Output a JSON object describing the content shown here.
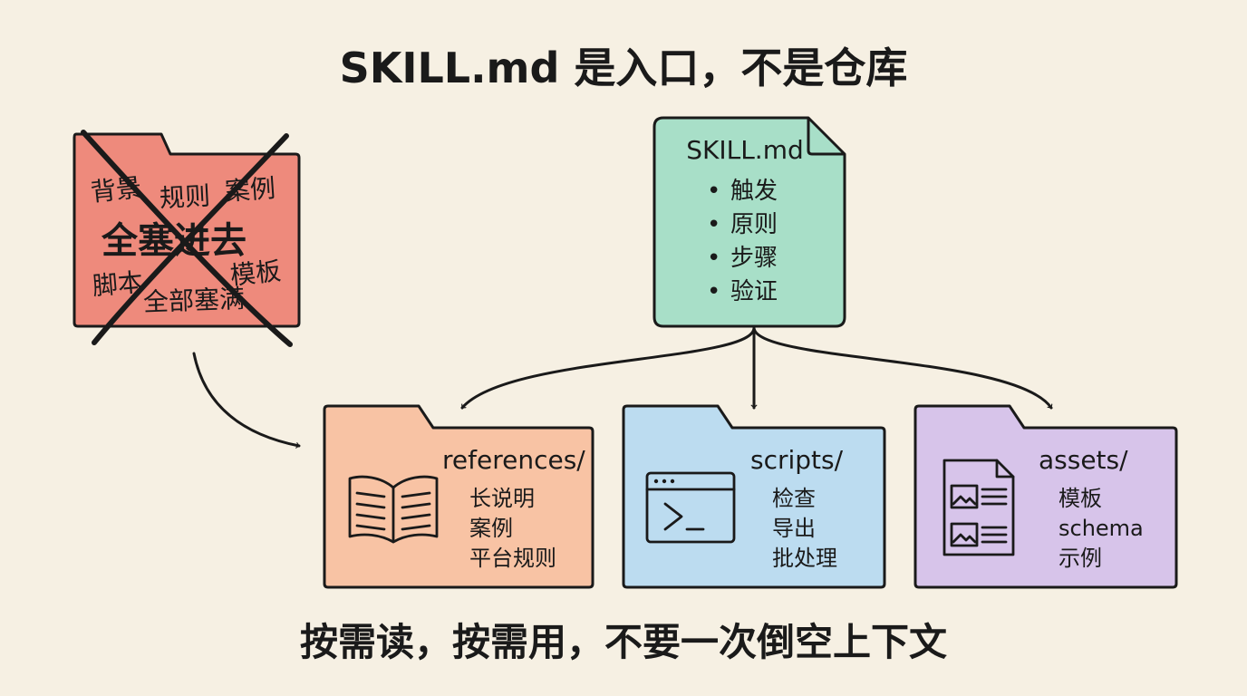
{
  "title": "SKILL.md 是入口，不是仓库",
  "bad_folder": {
    "words": [
      "背景",
      "规则",
      "案例",
      "全塞进去",
      "脚本",
      "模板",
      "全部塞满"
    ]
  },
  "skill_file": {
    "title": "SKILL.md",
    "items": [
      "触发",
      "原则",
      "步骤",
      "验证"
    ]
  },
  "folders": [
    {
      "name": "references/",
      "icon": "open-book-icon",
      "color": "#f8c3a4",
      "items": [
        "长说明",
        "案例",
        "平台规则"
      ]
    },
    {
      "name": "scripts/",
      "icon": "terminal-window-icon",
      "color": "#bcdcf0",
      "items": [
        "检查",
        "导出",
        "批处理"
      ]
    },
    {
      "name": "assets/",
      "icon": "document-template-icon",
      "color": "#d7c4ea",
      "items": [
        "模板",
        "schema",
        "示例"
      ]
    }
  ],
  "bottom_text": "按需读，按需用，不要一次倒空上下文",
  "colors": {
    "background": "#f6f0e3",
    "bad_folder": "#ee8a7c",
    "skill_file": "#a8dfc8",
    "ink": "#1a1a1a"
  }
}
